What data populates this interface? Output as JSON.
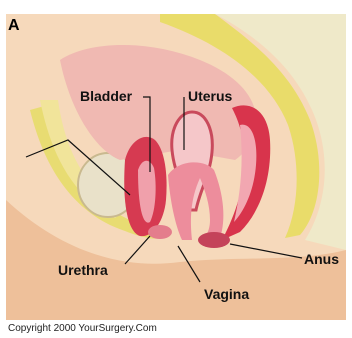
{
  "figure": {
    "panel_letter": "A",
    "labels": {
      "bladder": "Bladder",
      "uterus": "Uterus",
      "urethra": "Urethra",
      "vagina": "Vagina",
      "anus": "Anus"
    },
    "copyright": "Copyright 2000 YourSurgery.Com"
  },
  "colors": {
    "background": "#ffffff",
    "skin": "#f2c9a3",
    "fat": "#eadf7a",
    "muscle": "#d9435a",
    "pink_tissue": "#f0a2ad",
    "bone": "#ece3cf"
  }
}
